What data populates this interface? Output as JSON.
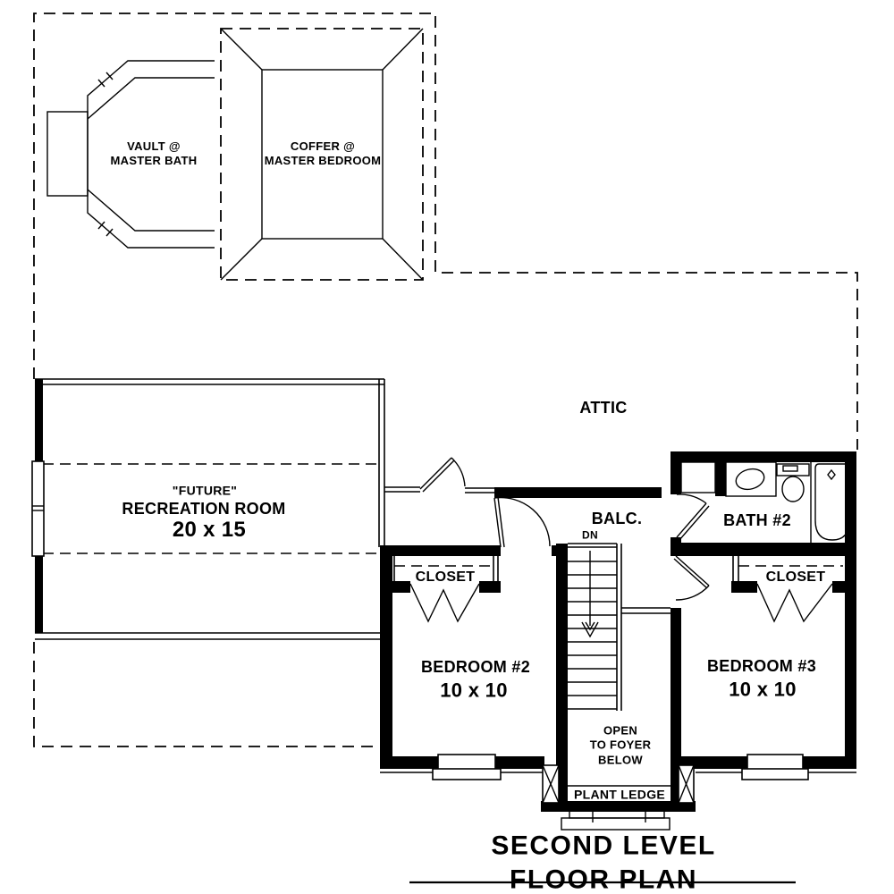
{
  "plan": {
    "title": "SECOND LEVEL FLOOR PLAN",
    "ceiling": {
      "vault_label": "VAULT @\nMASTER BATH",
      "coffer_label": "COFFER @\nMASTER BEDROOM"
    },
    "rooms": {
      "attic": "ATTIC",
      "recreation": {
        "qualifier": "\"FUTURE\"",
        "name": "RECREATION ROOM",
        "dimensions": "20 x 15"
      },
      "balcony": "BALC.",
      "bath2": "BATH #2",
      "bedroom2": {
        "name": "BEDROOM #2",
        "dimensions": "10 x 10",
        "closet_label": "CLOSET"
      },
      "bedroom3": {
        "name": "BEDROOM #3",
        "dimensions": "10 x 10",
        "closet_label": "CLOSET"
      },
      "stair_direction": "DN",
      "foyer_note": "OPEN\nTO FOYER\nBELOW",
      "plant_ledge": "PLANT LEDGE"
    },
    "colors": {
      "line": "#000000",
      "background": "#ffffff"
    }
  }
}
